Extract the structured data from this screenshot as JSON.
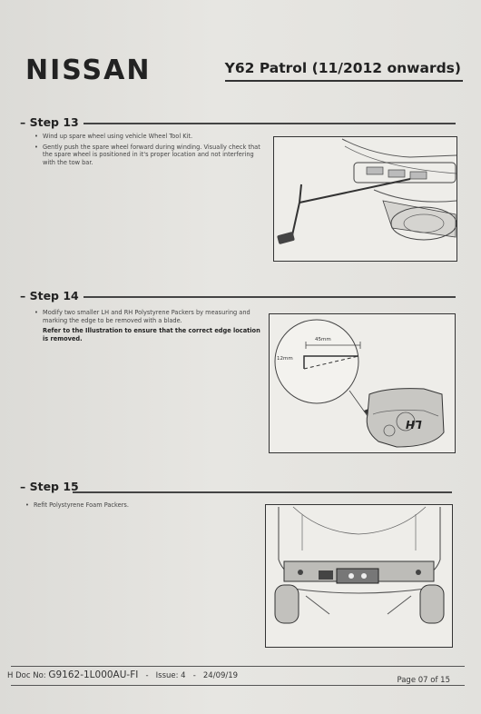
{
  "header": {
    "brand": "NISSAN",
    "model": "Y62 Patrol (11/2012 onwards)"
  },
  "steps": [
    {
      "heading": "– Step 13",
      "bullets": [
        "Wind up spare wheel using vehicle Wheel Tool Kit.",
        "Gently push the spare wheel forward during winding. Visually check that the spare wheel is positioned in it's proper location and not interfering with the tow bar."
      ]
    },
    {
      "heading": "– Step 14",
      "bullets": [
        "Modify two smaller LH and RH Polystyrene Packers by measuring and marking the edge to be removed with a blade."
      ],
      "note": "Refer to the Illustration to ensure that the correct edge location is removed.",
      "dim_width": "45mm",
      "dim_height": "12mm",
      "packer_label": "LH"
    },
    {
      "heading": "– Step 15",
      "bullets": [
        "Refit Polystyrene Foam Packers."
      ]
    }
  ],
  "footer": {
    "doc_label": "H Doc No:",
    "doc_no": "G9162-1L000AU-FI",
    "issue": "Issue: 4",
    "date": "24/09/19",
    "page": "Page 07 of 15"
  }
}
